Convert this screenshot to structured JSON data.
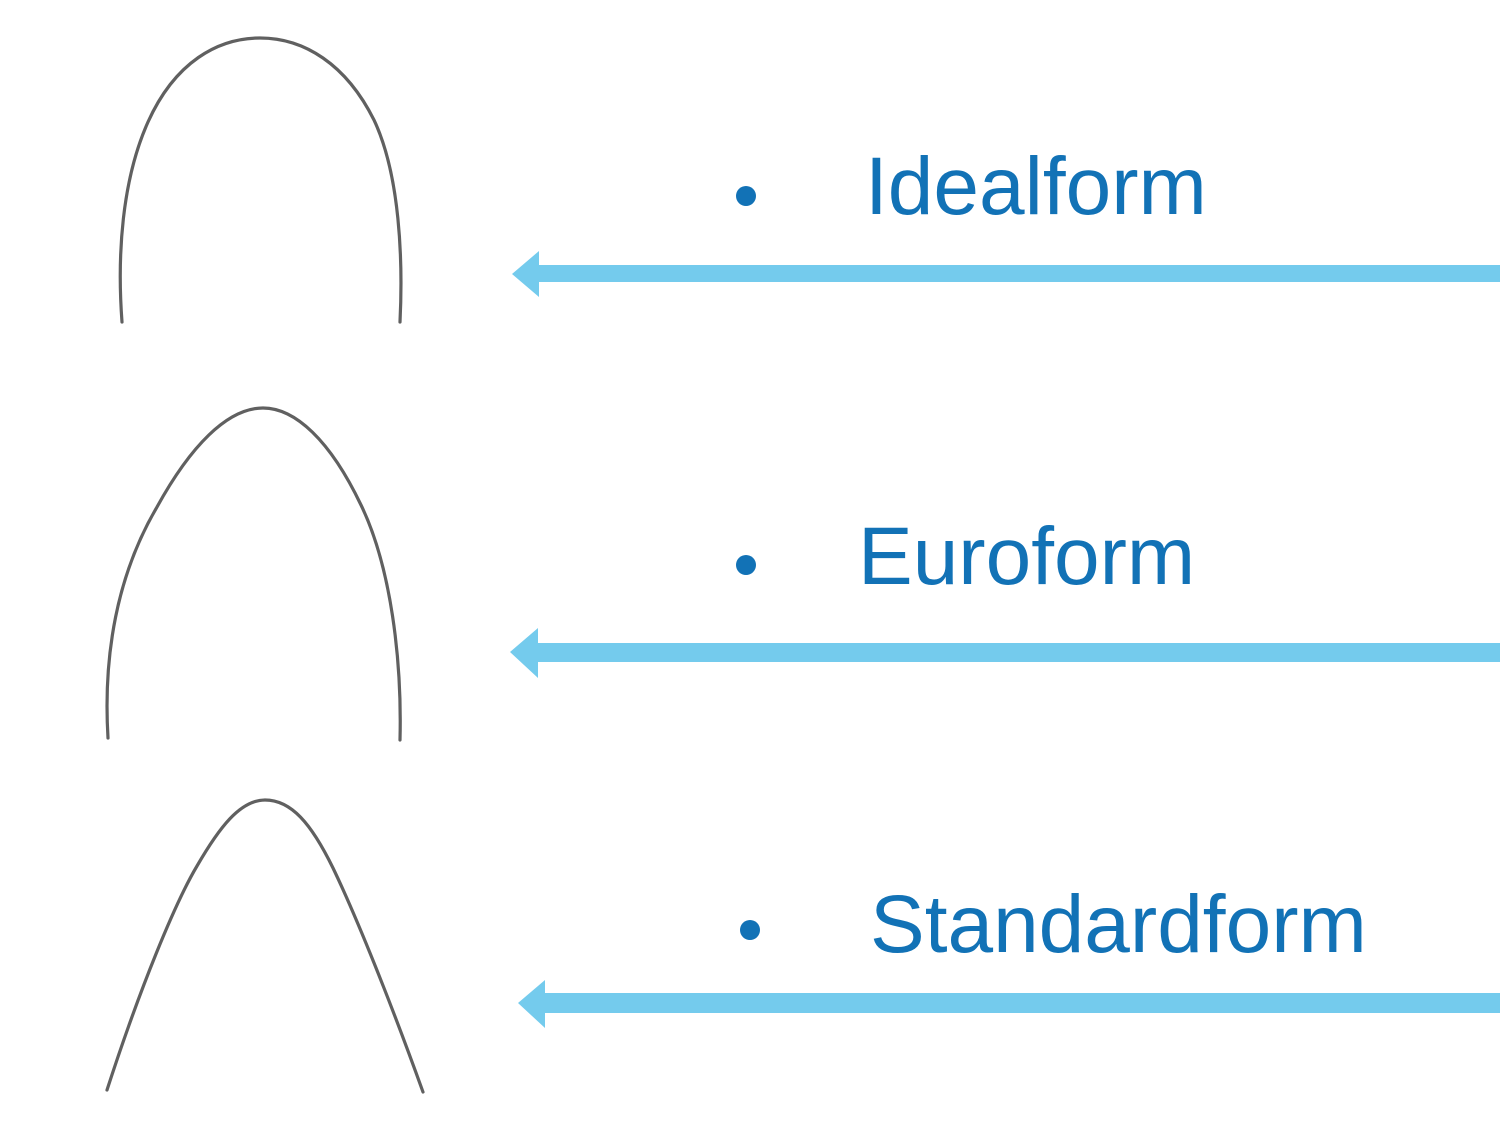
{
  "slide": {
    "items": [
      {
        "label": "Idealform"
      },
      {
        "label": "Euroform"
      },
      {
        "label": "Standardform"
      }
    ],
    "colors": {
      "label_text": "#1272b6",
      "bullet": "#1272b6",
      "arrow": "#74cbed",
      "wire": "#606060"
    }
  }
}
